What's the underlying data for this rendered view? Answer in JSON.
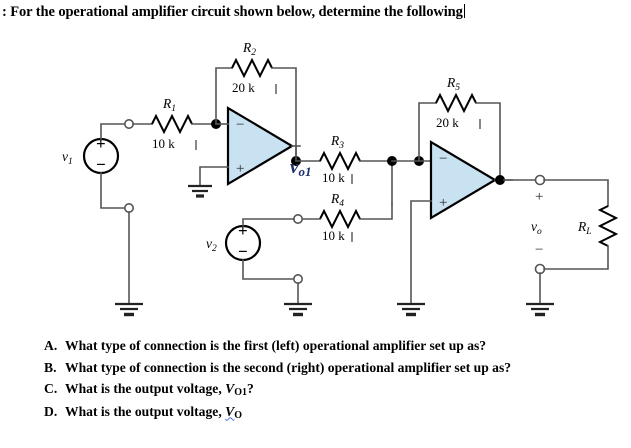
{
  "document": {
    "prompt": ": For the operational amplifier circuit shown below, determine the following",
    "has_text_caret": true
  },
  "questions": [
    {
      "letter": "A.",
      "text": "What type of connection is the first (left) operational amplifier set up as?"
    },
    {
      "letter": "B.",
      "text": "What type of connection is the second (right) operational amplifier set up as?"
    },
    {
      "letter": "C.",
      "text_before": "What is the output voltage, ",
      "symbol": "V",
      "subscript": "O1",
      "text_after": "?"
    },
    {
      "letter": "D.",
      "text_before": "What is the output voltage, ",
      "symbol": "V",
      "subscript": "O",
      "text_after": ""
    }
  ],
  "circuit": {
    "colors": {
      "wire": "#555555",
      "opamp_fill": "#c9e2f2",
      "opamp_stroke": "#000000",
      "node": "#000000",
      "label_text": "#000000",
      "vo1_label": "#1f2f6e",
      "squiggle": "#4a6fd4"
    },
    "sources": [
      {
        "name": "v1",
        "symbol": "v",
        "subscript": "1",
        "plus": "+",
        "minus": "−"
      },
      {
        "name": "v2",
        "symbol": "v",
        "subscript": "2",
        "plus": "+",
        "minus": "−"
      }
    ],
    "resistors": [
      {
        "name": "R1",
        "symbol": "R",
        "subscript": "1",
        "value": "10 k"
      },
      {
        "name": "R2",
        "symbol": "R",
        "subscript": "2",
        "value": "20 k"
      },
      {
        "name": "R3",
        "symbol": "R",
        "subscript": "3",
        "value": "10 k"
      },
      {
        "name": "R4",
        "symbol": "R",
        "subscript": "4",
        "value": "10 k"
      },
      {
        "name": "R5",
        "symbol": "R",
        "subscript": "5",
        "value": "20 k"
      },
      {
        "name": "RL",
        "symbol": "R",
        "subscript": "L",
        "value": ""
      }
    ],
    "opamps": [
      {
        "name": "opamp-1",
        "inverting": "−",
        "noninverting": "+",
        "output_label": "v",
        "output_subscript": "o1"
      },
      {
        "name": "opamp-2",
        "inverting": "−",
        "noninverting": "+",
        "output_label": "v",
        "output_subscript": "o"
      }
    ],
    "output_port": {
      "plus": "+",
      "minus": "−",
      "symbol": "v",
      "subscript": "o"
    },
    "ground_count": 5
  }
}
